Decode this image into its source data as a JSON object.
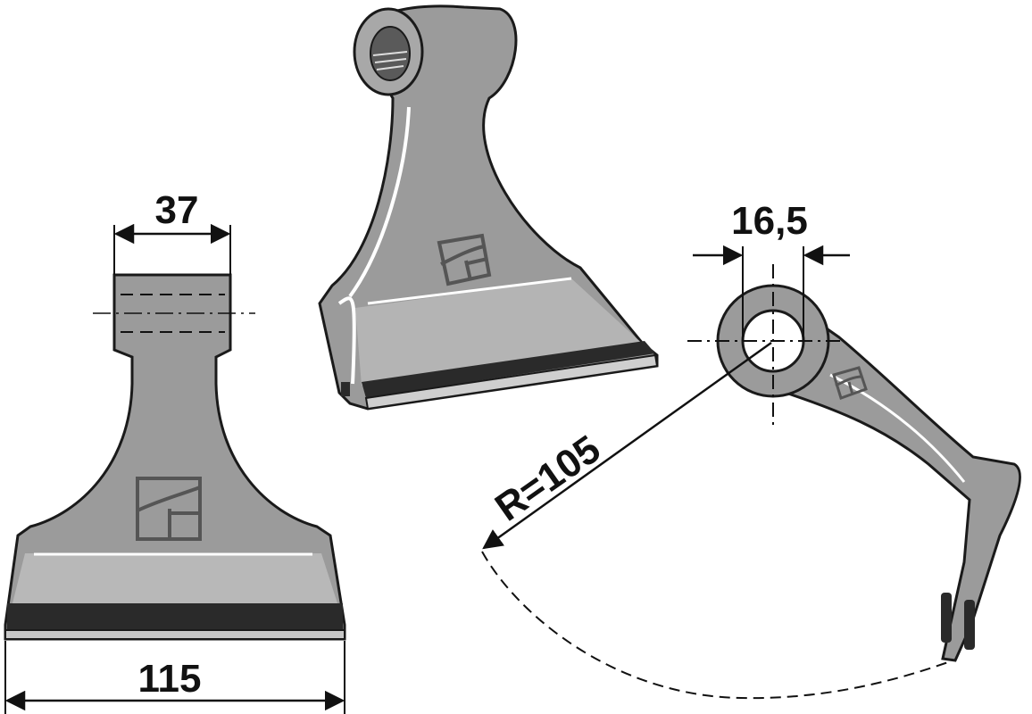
{
  "dimensions": {
    "width_top": "37",
    "width_bottom": "115",
    "bore_diameter": "16,5",
    "radius": "R=105"
  },
  "colors": {
    "blade_body": "#9b9b9b",
    "blade_face": "#b4b4b4",
    "outline": "#1a1a1a",
    "hardened_edge": "#2a2a2a",
    "line": "#111111"
  },
  "icons": {
    "logo_mark": "square-logo-mark-icon",
    "arrow": "dimension-arrow-icon"
  }
}
